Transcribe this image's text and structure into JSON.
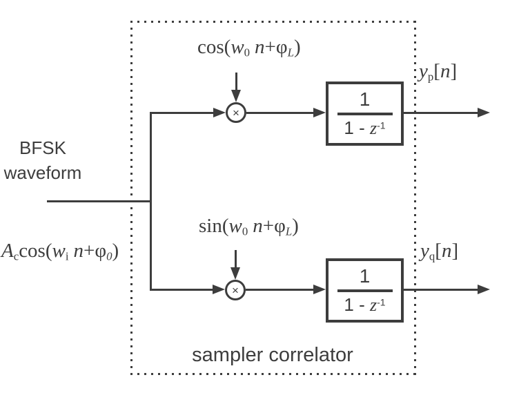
{
  "colors": {
    "ink": "#3d3d3d",
    "background": "#ffffff"
  },
  "labels": {
    "source_line1": "BFSK",
    "source_line2": "waveform",
    "box_caption": "sampler correlator",
    "multiplier_symbol": "×"
  },
  "formulas": {
    "carrier_top": {
      "fn": "cos(",
      "var1": "w",
      "var1_sub": "0",
      "arg": "n",
      "plus": "+",
      "phi": "φ",
      "phi_sub": "L",
      "close": ")"
    },
    "carrier_bottom": {
      "fn": "sin(",
      "var1": "w",
      "var1_sub": "0",
      "arg": "n",
      "plus": "+",
      "phi": "φ",
      "phi_sub": "L",
      "close": ")"
    },
    "input_signal": {
      "amp": "A",
      "amp_sub": "c",
      "fn": "cos(",
      "var1": "w",
      "var1_sub": "i",
      "arg": "n",
      "plus": "+",
      "phi": "φ",
      "phi_sub": "0",
      "close": ")"
    },
    "output_top": {
      "var": "y",
      "sub": "p",
      "open": "[",
      "arg": "n",
      "close": "]"
    },
    "output_bottom": {
      "var": "y",
      "sub": "q",
      "open": "[",
      "arg": "n",
      "close": "]"
    },
    "accumulator": {
      "numerator": "1",
      "den_coeff": "1 - ",
      "den_var": "z",
      "den_exp": "-1"
    }
  }
}
